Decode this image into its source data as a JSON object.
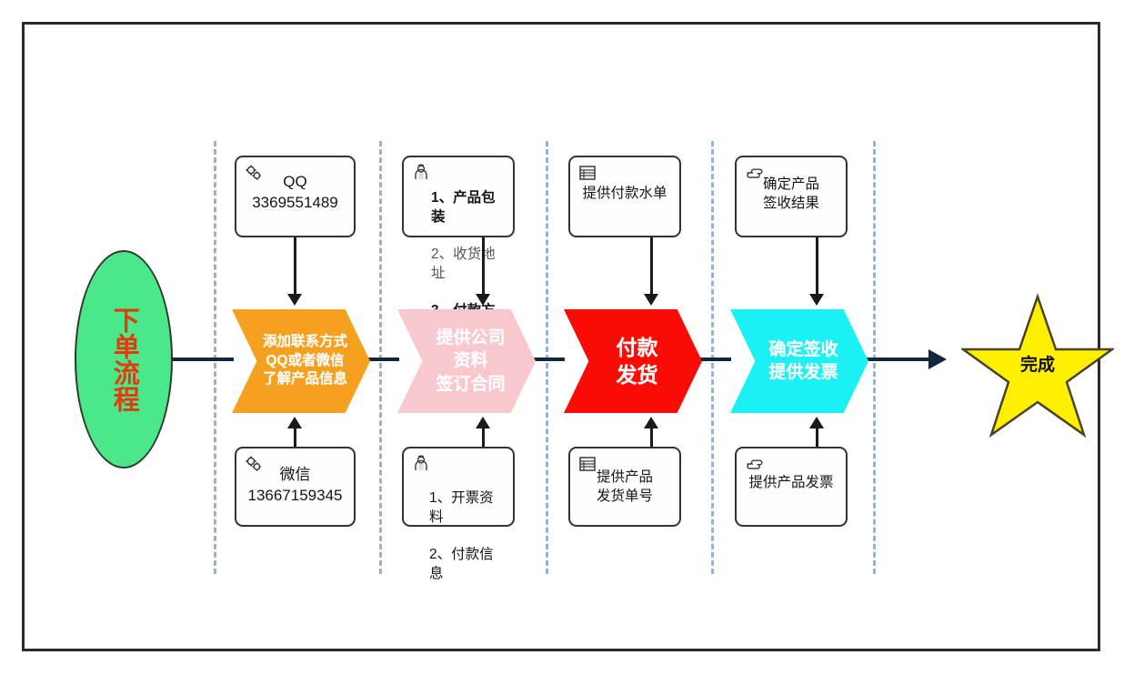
{
  "diagram": {
    "start": {
      "label": "下单流程",
      "fill": "#4AE88A",
      "text_color": "#E8380D"
    },
    "finish": {
      "label": "完成",
      "fill": "#FFF000",
      "text_color": "#111111",
      "shape": "star"
    },
    "flow_line_color": "#12263f",
    "lane_divider_color": "#9db0cc",
    "stages": [
      {
        "id": "stage-1",
        "chevron": {
          "label": "添加联系方式\nQQ或者微信\n了解产品信息",
          "fill": "#F5A01E"
        },
        "top_note": {
          "icon": "gears-icon",
          "lines": [
            "QQ",
            "3369551489"
          ],
          "text": "QQ\n3369551489"
        },
        "bottom_note": {
          "icon": "gears-icon",
          "lines": [
            "微信",
            "13667159345"
          ],
          "text": "微信\n13667159345"
        }
      },
      {
        "id": "stage-2",
        "chevron": {
          "label": "提供公司\n资料\n签订合同",
          "fill": "#F9C8CE"
        },
        "top_note": {
          "icon": "person-icon",
          "lines": [
            "1、产品包装",
            "2、收货地址",
            "3、付款方式"
          ],
          "text": "1、产品包装\n2、收货地址\n3、付款方式"
        },
        "bottom_note": {
          "icon": "person-icon",
          "lines": [
            "1、开票资料",
            "2、付款信息"
          ],
          "text": "1、开票资料\n2、付款信息"
        }
      },
      {
        "id": "stage-3",
        "chevron": {
          "label": "付款\n发货",
          "fill": "#FA0B06"
        },
        "top_note": {
          "icon": "table-icon",
          "lines": [
            "提供付款水单"
          ],
          "text": "提供付款水单"
        },
        "bottom_note": {
          "icon": "table-icon",
          "lines": [
            "提供产品",
            "发货单号"
          ],
          "text": "提供产品\n发货单号"
        }
      },
      {
        "id": "stage-4",
        "chevron": {
          "label": "确定签收\n提供发票",
          "fill": "#1BF0F5"
        },
        "top_note": {
          "icon": "pointing-hand-icon",
          "lines": [
            "确定产品",
            "签收结果"
          ],
          "text": "确定产品\n签收结果"
        },
        "bottom_note": {
          "icon": "pointing-hand-icon",
          "lines": [
            "提供产品发票"
          ],
          "text": "提供产品发票"
        }
      }
    ]
  }
}
